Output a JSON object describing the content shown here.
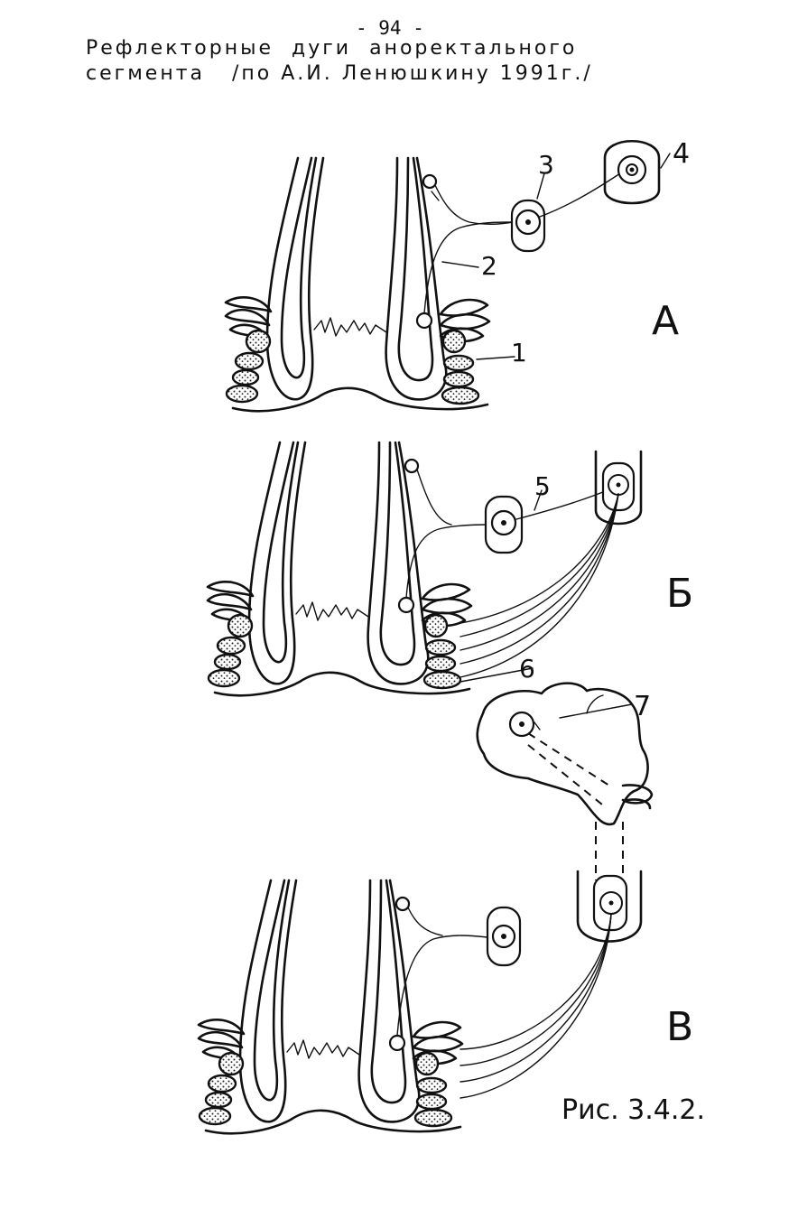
{
  "page": {
    "number": "- 94 -",
    "title_line1": "Рефлекторные  дуги  аноректального",
    "title_line2": "сегмента   /по А.И. Ленюшкину 1991г./",
    "caption": "Рис. 3.4.2."
  },
  "diagram": {
    "panel_labels": [
      "А",
      "Б",
      "В"
    ],
    "callouts": [
      "1",
      "2",
      "3",
      "4",
      "5",
      "6",
      "7"
    ]
  }
}
